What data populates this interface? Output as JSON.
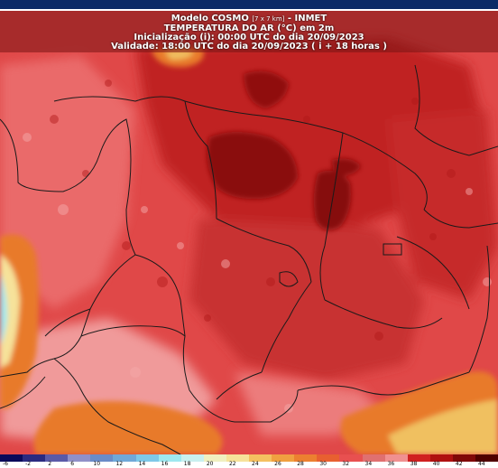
{
  "header": {
    "line1_main": "Modelo COSMO",
    "line1_res": "[7 x 7 km]",
    "line1_org": "- INMET",
    "line2": "TEMPERATURA DO AR (°C) em 2m",
    "line3": "Inicialização (i): 00:00 UTC do dia 20/09/2023",
    "line4": "Validade: 18:00 UTC do dia 20/09/2023 ( i + 18 horas )"
  },
  "legend": {
    "labels": [
      "-6",
      "-2",
      "2",
      "6",
      "10",
      "12",
      "14",
      "16",
      "18",
      "20",
      "22",
      "24",
      "26",
      "28",
      "30",
      "32",
      "34",
      "36",
      "38",
      "40",
      "42",
      "44"
    ],
    "colors": [
      "#0a0a5a",
      "#2a2a80",
      "#5a5aa8",
      "#9090c8",
      "#6a8cc8",
      "#70a8d8",
      "#7ec8e8",
      "#9ee8f0",
      "#c8f0f0",
      "#f0f0c0",
      "#f6e29a",
      "#f4c060",
      "#f0a040",
      "#ec8030",
      "#e86030",
      "#e85050",
      "#e07070",
      "#f09090",
      "#d02020",
      "#b01010",
      "#800808",
      "#500000"
    ]
  },
  "colors": {
    "region_base": "#e04848",
    "hot_zone": "#8a0d0d",
    "warm_zone": "#c02424",
    "cool_zone": "#f0a0a0",
    "coast_warm": "#e87a2a",
    "coast_hot": "#f0c060",
    "ocean_cold": "#a0e0f0",
    "border_line": "#1a1a1a"
  }
}
